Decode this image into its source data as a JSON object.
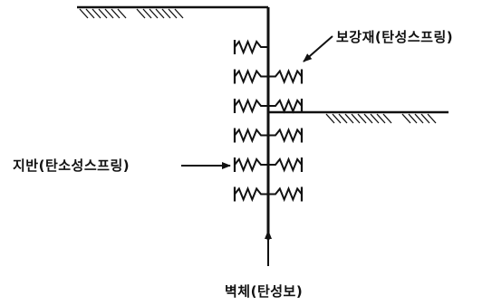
{
  "diagram": {
    "labels": {
      "brace": "보강재(탄성스프링)",
      "ground": "지반(탄소성스프링)",
      "wall": "벽체(탄성보)"
    },
    "spring_rows": {
      "left_side": 6,
      "right_side": 5
    },
    "colors": {
      "ink": "#111111",
      "background": "#ffffff"
    }
  }
}
